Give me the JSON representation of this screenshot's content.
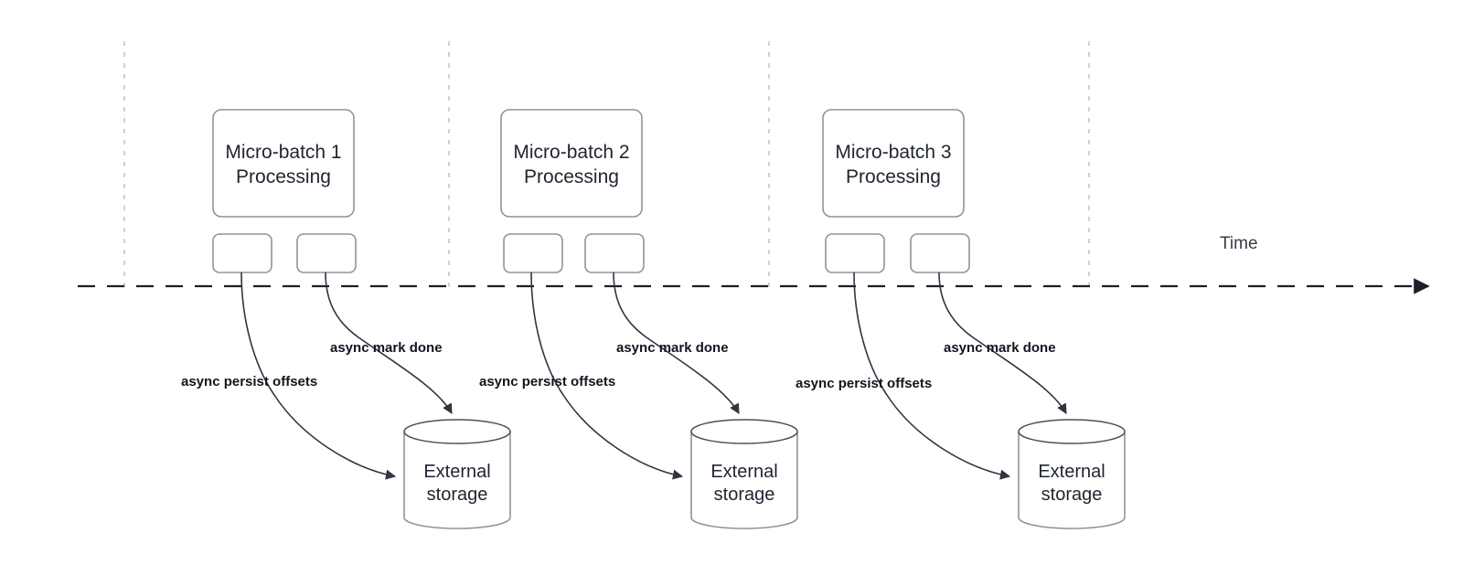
{
  "diagram": {
    "title": "Micro-batch processing timeline with asynchronous external storage writes",
    "colors": {
      "shape_stroke": "#8f9499",
      "edge_stroke": "#2f3640",
      "timeline_stroke": "#1c1f26",
      "separator_stroke": "#b9bdc2",
      "text": "#1f2430",
      "background": "#ffffff"
    },
    "timeline": {
      "axis_label": "Time",
      "style": "dashed-with-arrow"
    },
    "groups": [
      {
        "id": "group-1",
        "batch_label": "Micro-batch 1\nProcessing",
        "task_boxes": [
          "",
          ""
        ],
        "storage_label": "External\nstorage",
        "edges": [
          {
            "id": "persist-1",
            "label": "async persist offsets"
          },
          {
            "id": "markdone-1",
            "label": "async mark done"
          }
        ]
      },
      {
        "id": "group-2",
        "batch_label": "Micro-batch 2\nProcessing",
        "task_boxes": [
          "",
          ""
        ],
        "storage_label": "External\nstorage",
        "edges": [
          {
            "id": "persist-2",
            "label": "async persist offsets"
          },
          {
            "id": "markdone-2",
            "label": "async mark done"
          }
        ]
      },
      {
        "id": "group-3",
        "batch_label": "Micro-batch 3\nProcessing",
        "task_boxes": [
          "",
          ""
        ],
        "storage_label": "External\nstorage",
        "edges": [
          {
            "id": "persist-3",
            "label": "async persist offsets"
          },
          {
            "id": "markdone-3",
            "label": "async mark done"
          }
        ]
      }
    ]
  }
}
